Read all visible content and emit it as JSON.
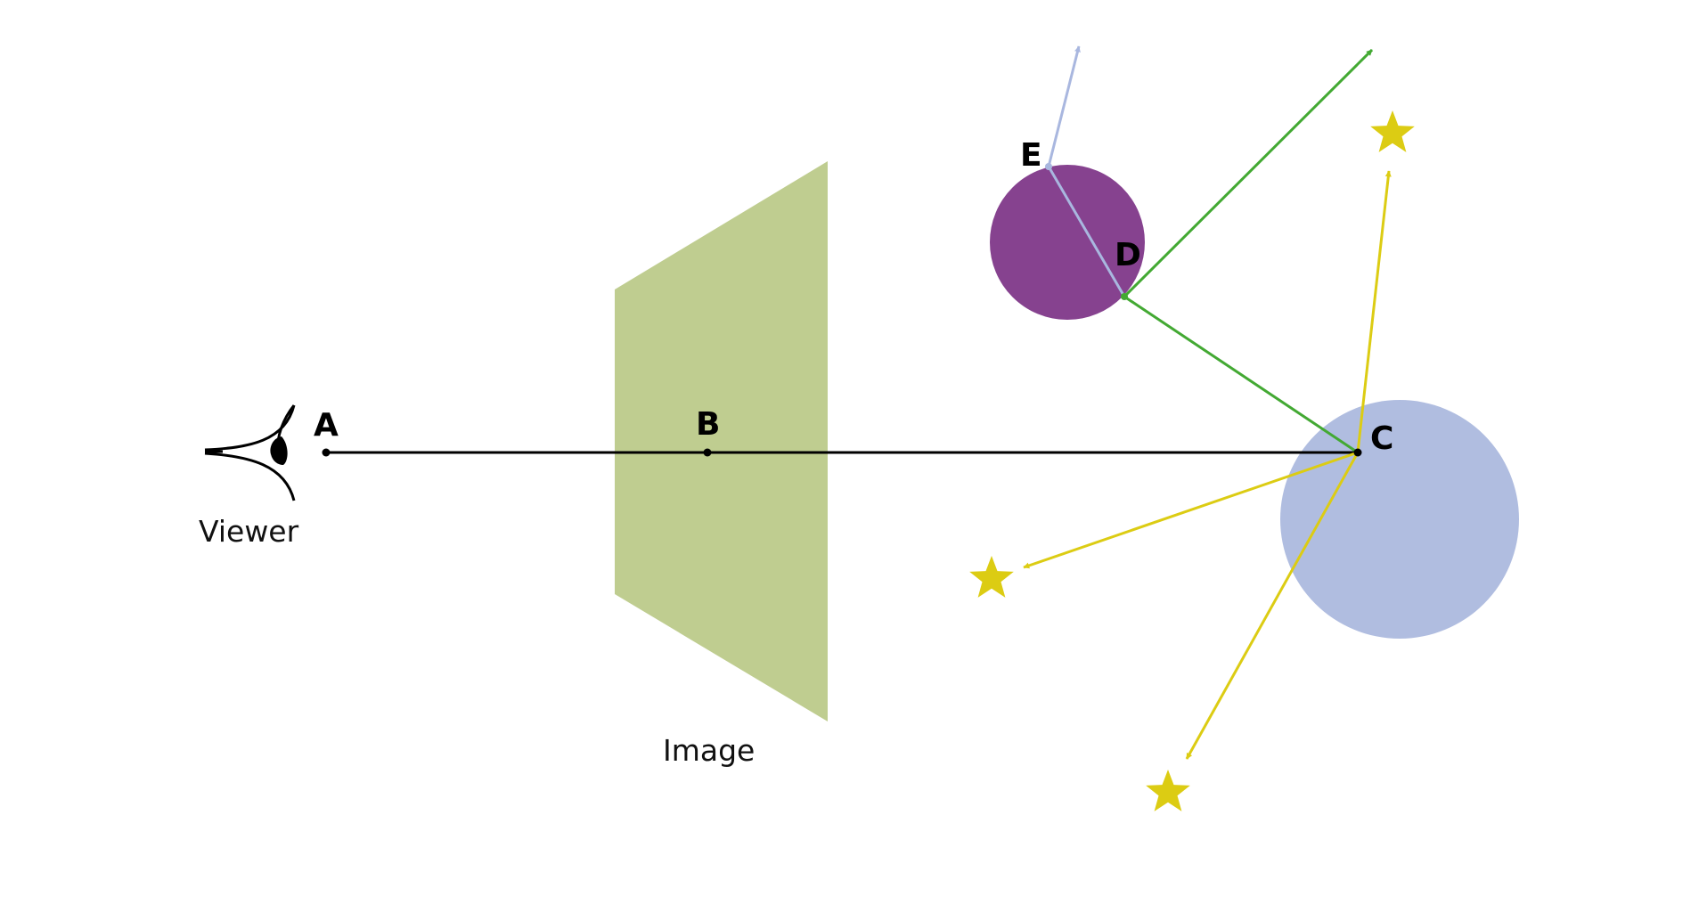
{
  "labels": {
    "viewer": "Viewer",
    "image": "Image",
    "point_a": "A",
    "point_b": "B",
    "point_c": "C",
    "point_d": "D",
    "point_e": "E"
  },
  "colors": {
    "image_plane": "#bfcd90",
    "purple_sphere": "#86428f",
    "blue_sphere": "#b0bde0",
    "primary_ray": "#000000",
    "reflection_ray": "#43a933",
    "shadow_ray": "#dccc13",
    "refraction_ray": "#a9b7df",
    "light_star": "#dccc13"
  },
  "icons": {
    "viewer": "eye-icon",
    "light": "star-icon"
  }
}
